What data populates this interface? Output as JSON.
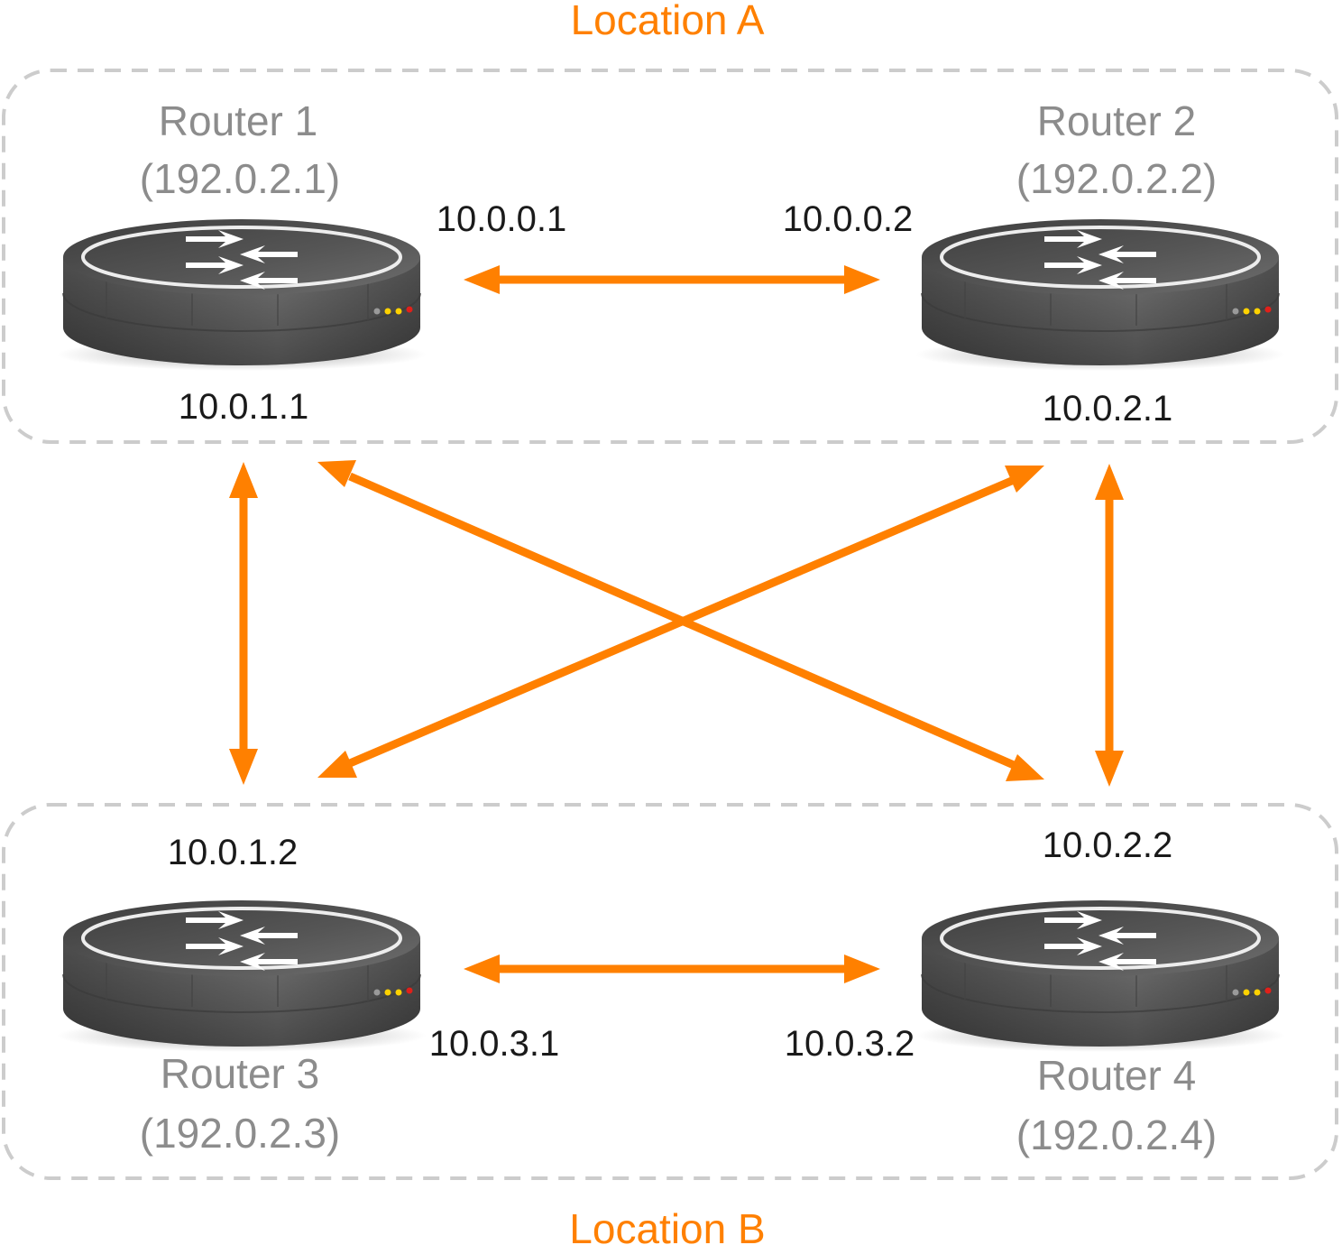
{
  "colors": {
    "accent": "#FF8000",
    "router_label": "#8C8C8C",
    "ip_label": "#1A1A1A",
    "location_border": "#CCCCCC",
    "router_body": "#5A5A5A",
    "router_top": "#4A4A4A",
    "router_arrow": "#FFFFFF",
    "led_yellow": "#FFD200",
    "led_red": "#E0201A",
    "led_grey": "#9A9A9A"
  },
  "locations": {
    "a": {
      "label": "Location A"
    },
    "b": {
      "label": "Location B"
    }
  },
  "routers": [
    {
      "name": "Router 1",
      "address": "(192.0.2.1)",
      "icon": "router-icon"
    },
    {
      "name": "Router 2",
      "address": "(192.0.2.2)",
      "icon": "router-icon"
    },
    {
      "name": "Router 3",
      "address": "(192.0.2.3)",
      "icon": "router-icon"
    },
    {
      "name": "Router 4",
      "address": "(192.0.2.4)",
      "icon": "router-icon"
    }
  ],
  "links": [
    {
      "from": "Router 1",
      "to": "Router 2",
      "from_ip": "10.0.0.1",
      "to_ip": "10.0.0.2"
    },
    {
      "from": "Router 1",
      "to": "Router 3",
      "from_ip": "10.0.1.1",
      "to_ip": "10.0.1.2"
    },
    {
      "from": "Router 2",
      "to": "Router 4",
      "from_ip": "10.0.2.1",
      "to_ip": "10.0.2.2"
    },
    {
      "from": "Router 3",
      "to": "Router 4",
      "from_ip": "10.0.3.1",
      "to_ip": "10.0.3.2"
    },
    {
      "from": "Router 1",
      "to": "Router 4"
    },
    {
      "from": "Router 2",
      "to": "Router 3"
    }
  ]
}
